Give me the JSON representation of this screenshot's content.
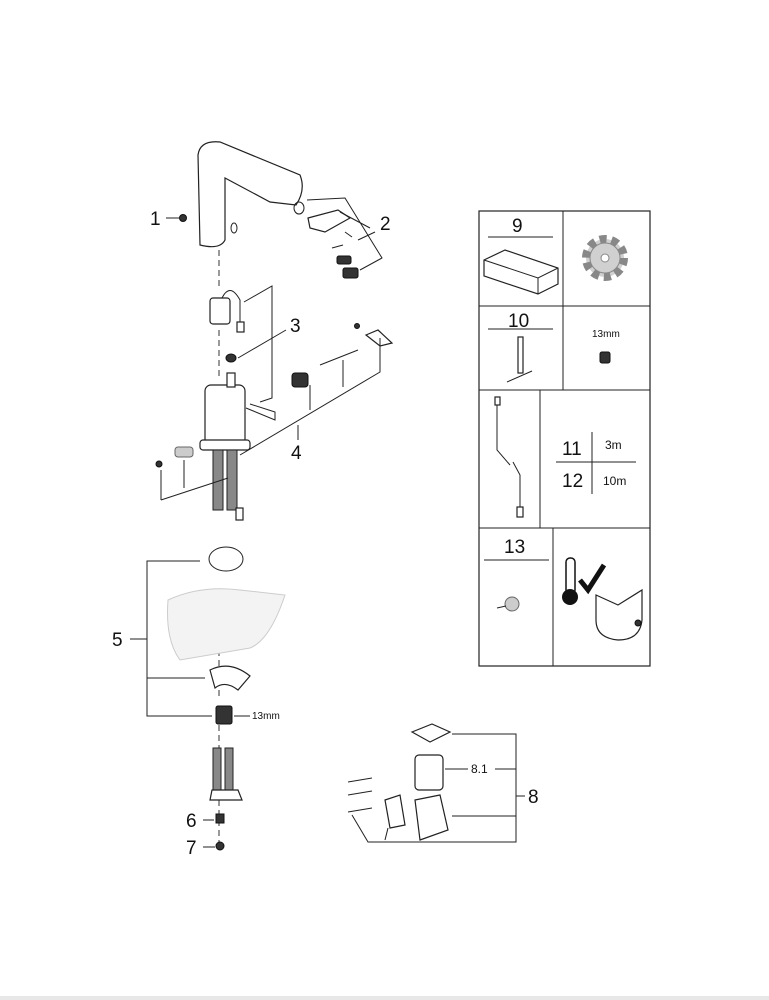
{
  "callouts": {
    "c1": "1",
    "c2": "2",
    "c3": "3",
    "c4": "4",
    "c5": "5",
    "c6": "6",
    "c7": "7",
    "c8": "8",
    "c8_1": "8.1",
    "wrench_size": "13mm"
  },
  "accessory_panel": {
    "item9": "9",
    "item10": "10",
    "item10_size": "13mm",
    "item11": "11",
    "item11_length": "3m",
    "item12": "12",
    "item12_length": "10m",
    "item13": "13"
  },
  "icons": [
    "faucet-spout",
    "aerator-set",
    "sensor-module",
    "cartridge",
    "mounting-set",
    "remote-control",
    "gear",
    "tool-key",
    "nut",
    "cable",
    "knob",
    "thermometer-icon",
    "check-icon",
    "cover"
  ]
}
